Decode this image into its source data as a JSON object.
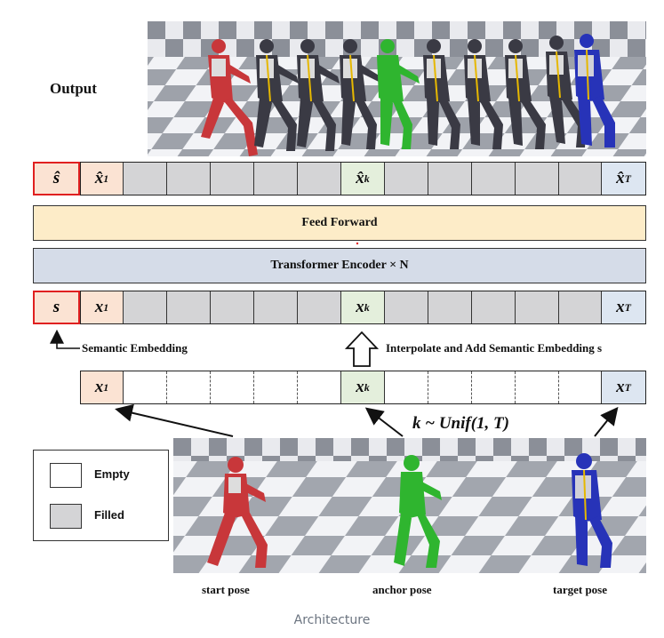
{
  "output_label": "Output",
  "top_row": {
    "s_hat": "ŝ",
    "x1_hat": "x̂",
    "x1_sub": "1",
    "xk_hat": "x̂",
    "xk_sub": "k",
    "xT_hat": "x̂",
    "xT_sub": "T"
  },
  "feed_forward": "Feed Forward",
  "transformer_encoder": "Transformer Encoder × N",
  "mid_row": {
    "s": "s",
    "x1": "x",
    "x1_sub": "1",
    "xk": "x",
    "xk_sub": "k",
    "xT": "x",
    "xT_sub": "T"
  },
  "semantic_embedding_note": "Semantic Embedding",
  "interpolate_note": "Interpolate and Add Semantic Embedding s",
  "sampling_formula": "k ~ Unif(1, T)",
  "legend": {
    "empty": "Empty",
    "filled": "Filled"
  },
  "pose_labels": {
    "start": "start pose",
    "anchor": "anchor pose",
    "target": "target pose"
  },
  "caption": "Architecture",
  "colors": {
    "start_token": "#fbe3d3",
    "anchor_token": "#e4efdc",
    "target_token": "#dde6f1",
    "filled_token": "#d4d4d6",
    "feed_forward": "#fdecc8",
    "transformer": "#d5dce8",
    "highlight": "#e02020",
    "start_figure": "#c8373a",
    "anchor_figure": "#2fb52f",
    "target_figure": "#2733b8",
    "inbetween_figure": "#3a3a44"
  }
}
